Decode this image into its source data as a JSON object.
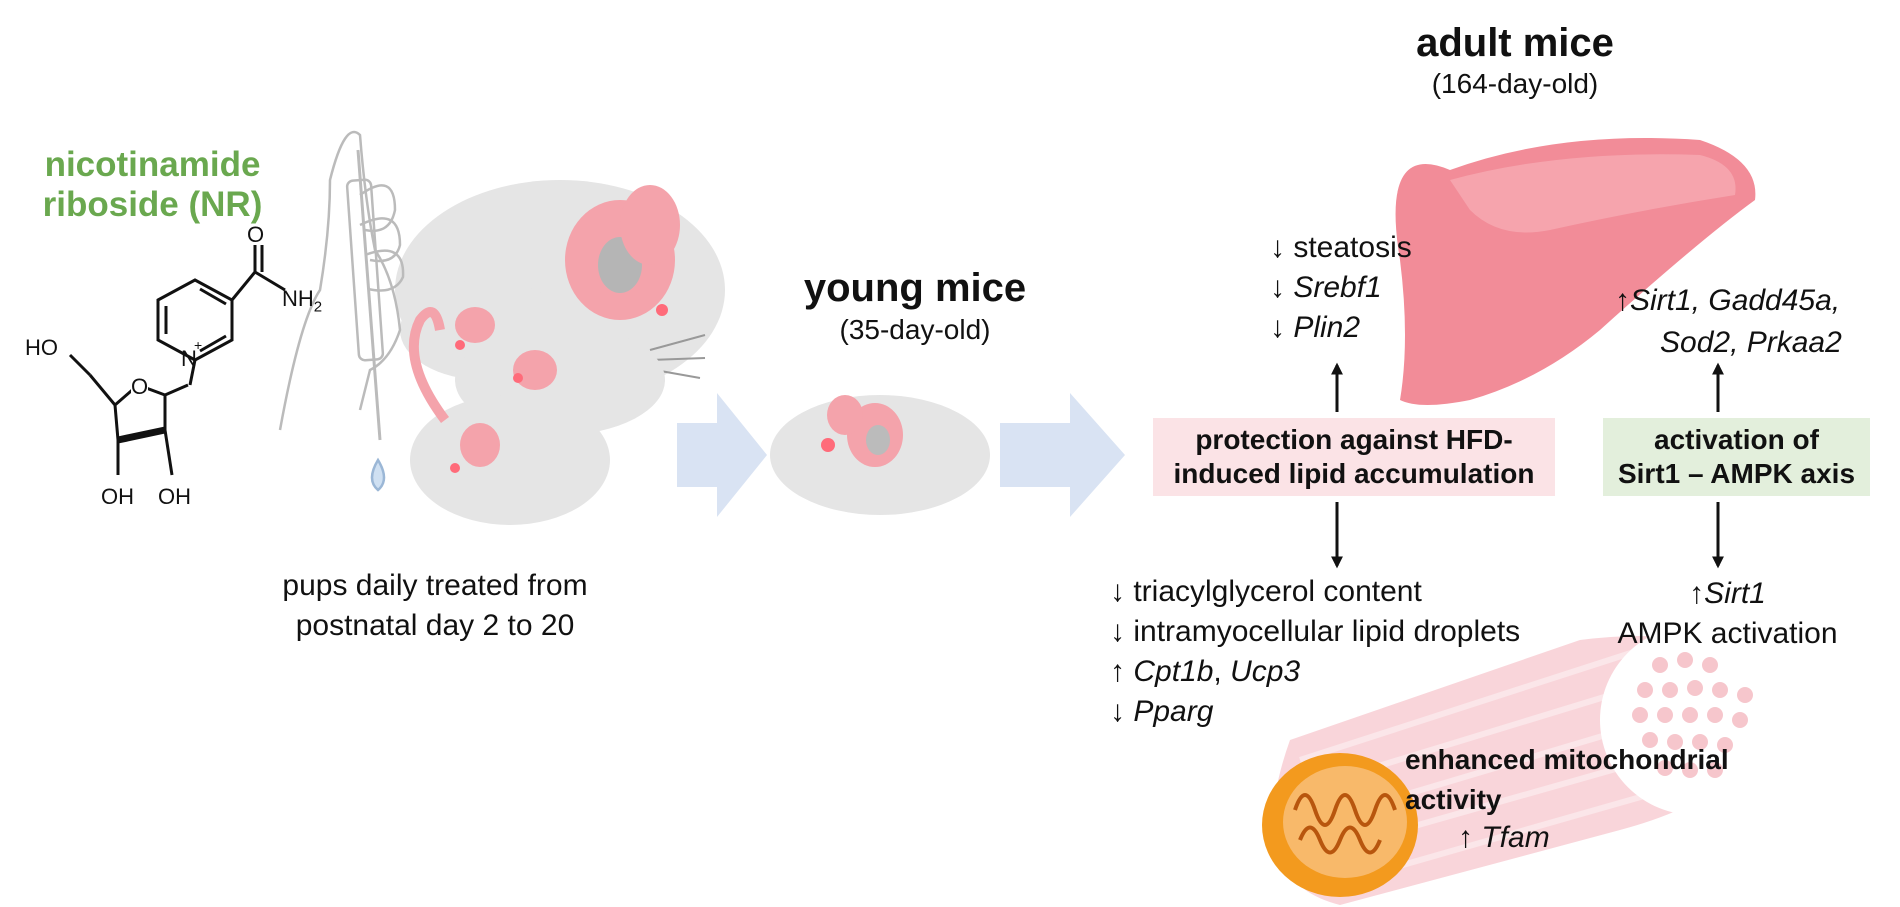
{
  "compound": {
    "name_line1": "nicotinamide",
    "name_line2": "riboside (NR)",
    "atoms": {
      "o": "O",
      "nh2": "NH",
      "nh2_sub": "2",
      "n": "N",
      "plus": "+",
      "ho": "HO",
      "oh1": "OH",
      "oh2": "OH",
      "ring_o": "O"
    }
  },
  "treatment": {
    "line1": "pups daily treated from",
    "line2": "postnatal day 2 to 20"
  },
  "young": {
    "title": "young mice",
    "age": "(35-day-old)"
  },
  "adult": {
    "title": "adult mice",
    "age": "(164-day-old)"
  },
  "liver_effects": {
    "items": [
      {
        "arrow": "↓",
        "text": "steatosis",
        "italic": false
      },
      {
        "arrow": "↓",
        "text": "Srebf1",
        "italic": true
      },
      {
        "arrow": "↓",
        "text": "Plin2",
        "italic": true
      }
    ]
  },
  "liver_genes": {
    "arrow": "↑",
    "line1": "Sirt1, Gadd45a,",
    "line2": "Sod2, Prkaa2"
  },
  "protection_box": {
    "line1": "protection against HFD-",
    "line2": "induced lipid accumulation"
  },
  "activation_box": {
    "line1": "activation of",
    "line2": "Sirt1 – AMPK axis"
  },
  "muscle_effects": {
    "items": [
      {
        "arrow": "↓",
        "text": "triacylglycerol content"
      },
      {
        "arrow": "↓",
        "text": "intramyocellular lipid droplets"
      },
      {
        "arrow": "↑",
        "text_italic_1": "Cpt1b",
        "sep": ", ",
        "text_italic_2": "Ucp3"
      },
      {
        "arrow": "↓",
        "text_italic_1": "Pparg"
      }
    ]
  },
  "muscle_sirt": {
    "arrow": "↑",
    "gene": "Sirt1",
    "line2": "AMPK activation"
  },
  "mito": {
    "line1": "enhanced mitochondrial",
    "line2": "activity",
    "arrow": "↑",
    "gene": "Tfam"
  },
  "colors": {
    "green": "#6aa84f",
    "pink_box": "#fbe3e6",
    "green_box": "#e3efdc",
    "liver": "#f28c98",
    "mouse_body": "#e5e5e5",
    "mouse_pink": "#f4a3ab",
    "big_arrow": "#d9e3f3",
    "mito_orange": "#f39a1e",
    "muscle": "#f9d5da"
  }
}
